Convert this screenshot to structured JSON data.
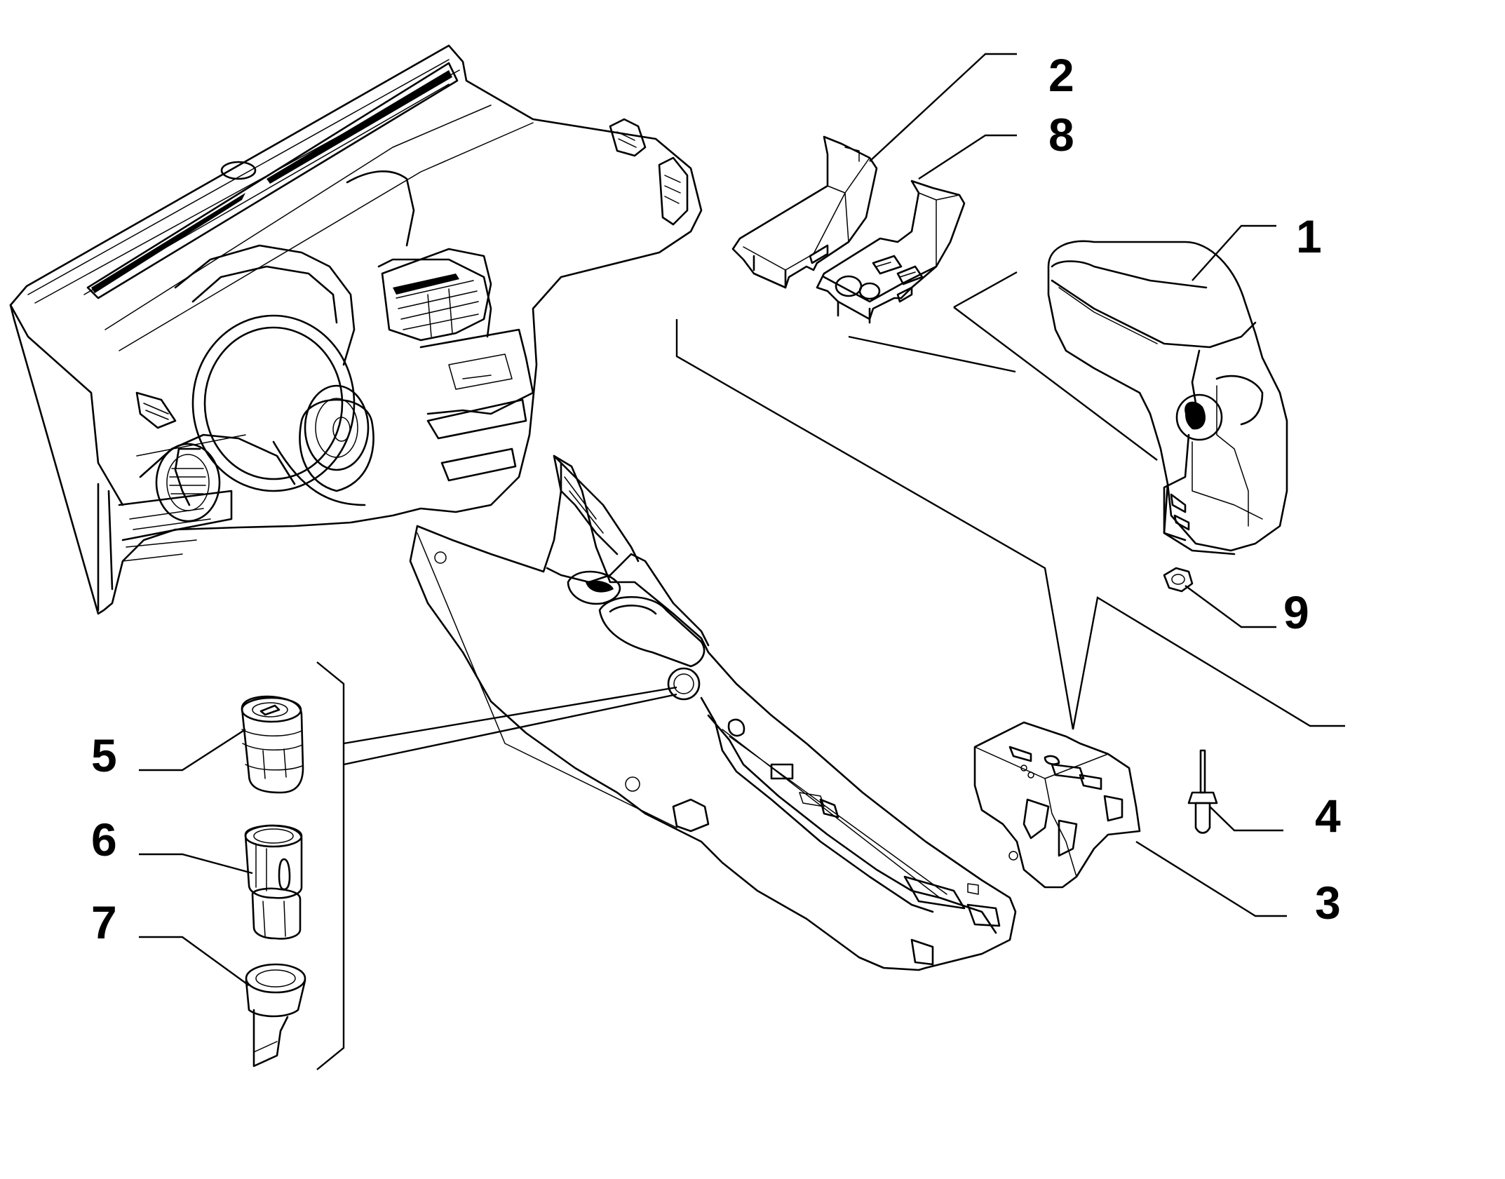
{
  "callouts": [
    {
      "id": "1",
      "part": "armrest"
    },
    {
      "id": "2",
      "part": "armrest-cover-plain"
    },
    {
      "id": "3",
      "part": "armrest-bracket"
    },
    {
      "id": "4",
      "part": "rivet"
    },
    {
      "id": "5",
      "part": "cigar-lighter"
    },
    {
      "id": "6",
      "part": "lighter-socket"
    },
    {
      "id": "7",
      "part": "lighter-ring"
    },
    {
      "id": "8",
      "part": "armrest-cover-switches"
    },
    {
      "id": "9",
      "part": "nut"
    }
  ]
}
